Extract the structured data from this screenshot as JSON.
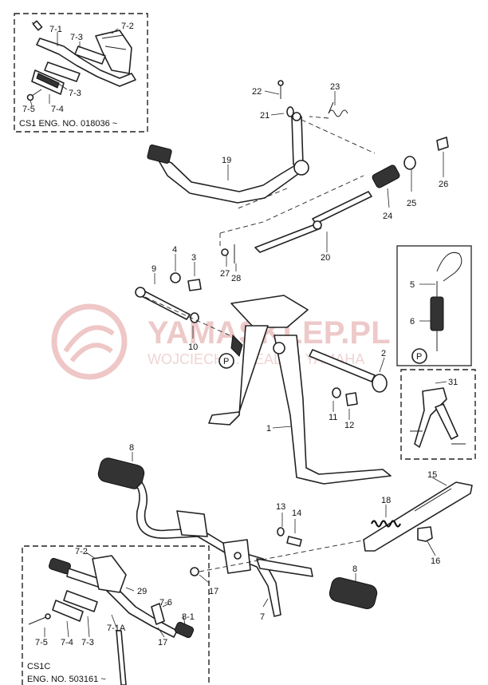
{
  "watermark": {
    "title": "YAMASKLEP.PL",
    "subtitle": "WOJCIECH ... DEALER YAMAHA"
  },
  "captions": {
    "cs1": "CS1  ENG. NO. 018036 ~",
    "cs1c_line1": "CS1C",
    "cs1c_line2": "ENG. NO. 503161 ~"
  },
  "part_labels": {
    "p1": "1",
    "p2": "2",
    "p3": "3",
    "p4": "4",
    "p5": "5",
    "p6": "6",
    "p7": "7",
    "p8a": "8",
    "p8b": "8",
    "p9": "9",
    "p10": "10",
    "p11": "11",
    "p12": "12",
    "p13": "13",
    "p14": "14",
    "p15": "15",
    "p16": "16",
    "p17": "17",
    "p18": "18",
    "p19": "19",
    "p20": "20",
    "p21": "21",
    "p22": "22",
    "p23": "23",
    "p24": "24",
    "p25": "25",
    "p26": "26",
    "p27": "27",
    "p28": "28",
    "p31": "31",
    "t71": "7-1",
    "t72": "7-2",
    "t73a": "7-3",
    "t73b": "7-3",
    "t74": "7-4",
    "t75": "7-5",
    "b72": "7-2",
    "b73": "7-3",
    "b74": "7-4",
    "b75": "7-5",
    "b76": "7-6",
    "b71a": "7-1A",
    "b29": "29",
    "b81": "8-1",
    "b17": "17"
  },
  "markers": {
    "p_symbol": "P"
  },
  "colors": {
    "watermark": "#e9b8b8",
    "ink": "#222222"
  }
}
